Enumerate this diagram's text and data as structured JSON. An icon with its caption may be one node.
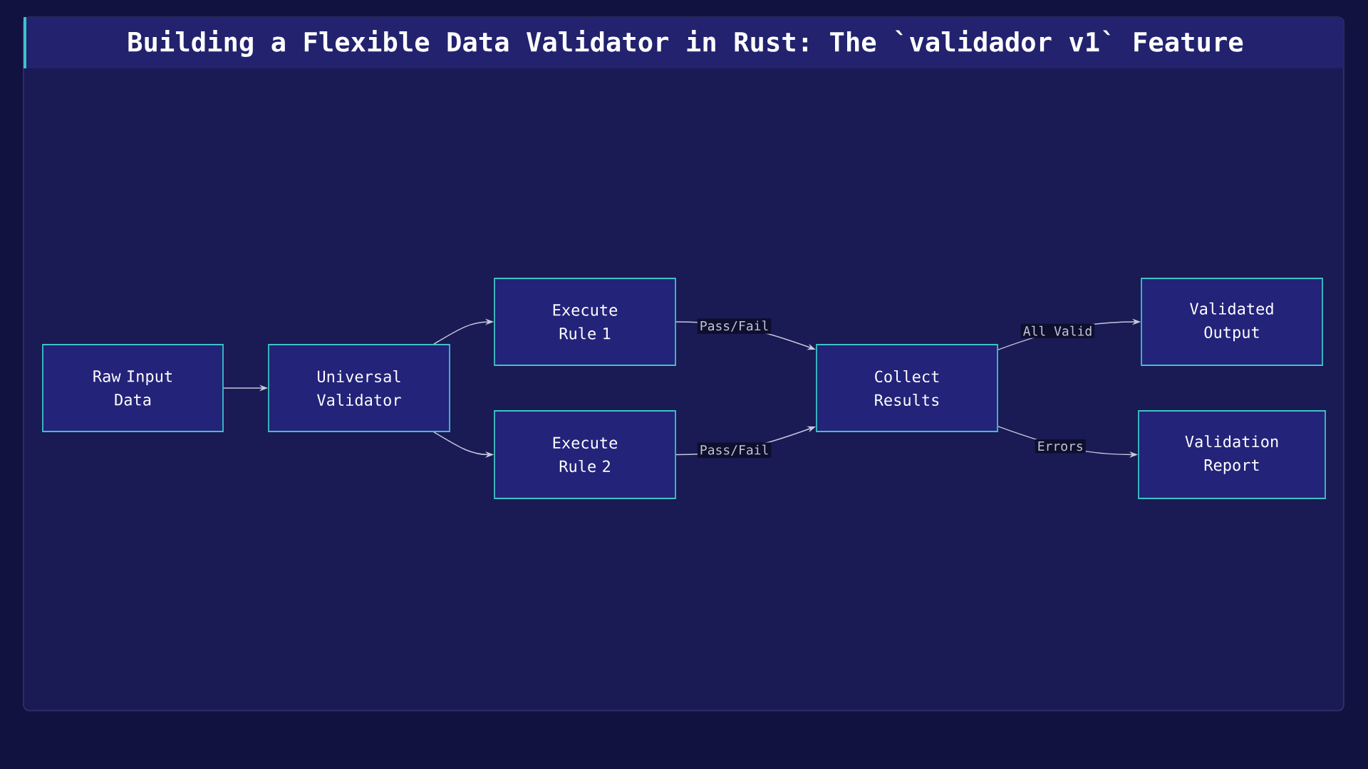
{
  "diagram": {
    "title": "Building a Flexible Data Validator in Rust: The `validador v1` Feature",
    "nodes": [
      {
        "text": [
          "Raw Input Data"
        ]
      },
      {
        "text": [
          "Universal Validator"
        ]
      },
      {
        "text": [
          "Execute Rule 1"
        ]
      },
      {
        "text": [
          "Execute Rule 2"
        ]
      },
      {
        "text": [
          "Collect Results"
        ]
      },
      {
        "text": [
          "Validated Output"
        ]
      },
      {
        "text": [
          "Validation Report"
        ]
      }
    ],
    "edges": [
      {
        "from": 0,
        "to": 1,
        "arrow": "to"
      },
      {
        "from": 1,
        "to": 2,
        "arrow": "to"
      },
      {
        "from": 1,
        "to": 3,
        "arrow": "to"
      },
      {
        "from": 2,
        "to": 4,
        "label": "Pass/Fail",
        "arrow": "to"
      },
      {
        "from": 3,
        "to": 4,
        "label": "Pass/Fail",
        "arrow": "to"
      },
      {
        "from": 4,
        "to": 5,
        "label": "All Valid",
        "arrow": "to"
      },
      {
        "from": 4,
        "to": 6,
        "label": "Errors",
        "arrow": "to"
      }
    ]
  }
}
